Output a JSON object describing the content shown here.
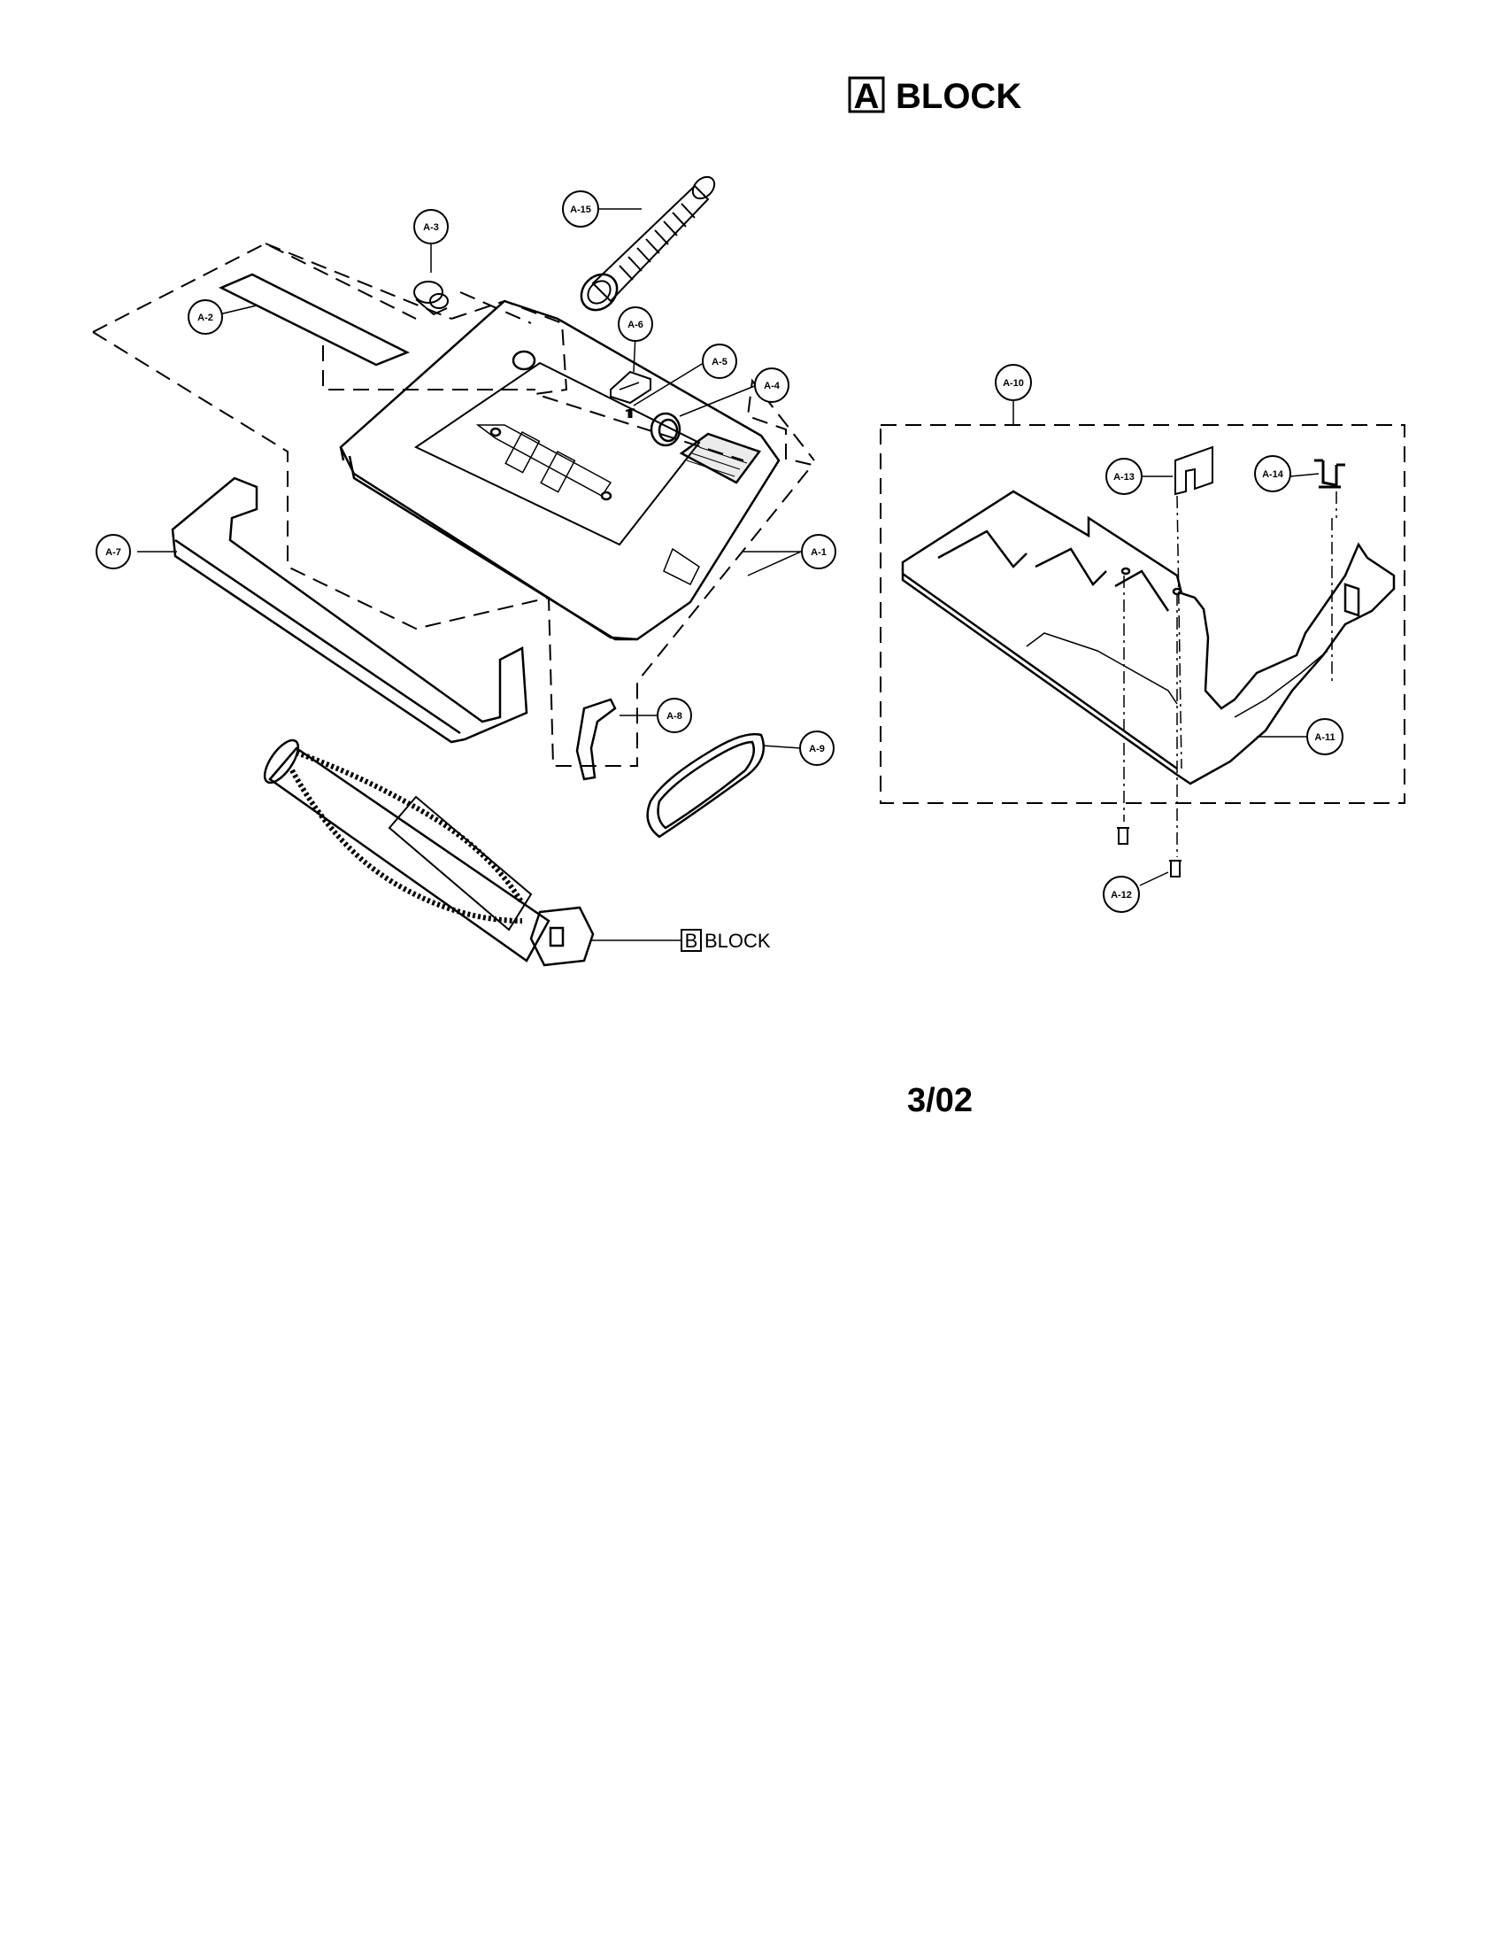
{
  "title": {
    "letter": "A",
    "label": "BLOCK"
  },
  "block_ref": {
    "letter": "B",
    "label": "BLOCK"
  },
  "date": "3/02",
  "callouts": {
    "a1": "A-1",
    "a2": "A-2",
    "a3": "A-3",
    "a4": "A-4",
    "a5": "A-5",
    "a6": "A-6",
    "a7": "A-7",
    "a8": "A-8",
    "a9": "A-9",
    "a10": "A-10",
    "a11": "A-11",
    "a12": "A-12",
    "a13": "A-13",
    "a14": "A-14",
    "a15": "A-15"
  },
  "colors": {
    "line": "#000000",
    "background": "#ffffff"
  }
}
